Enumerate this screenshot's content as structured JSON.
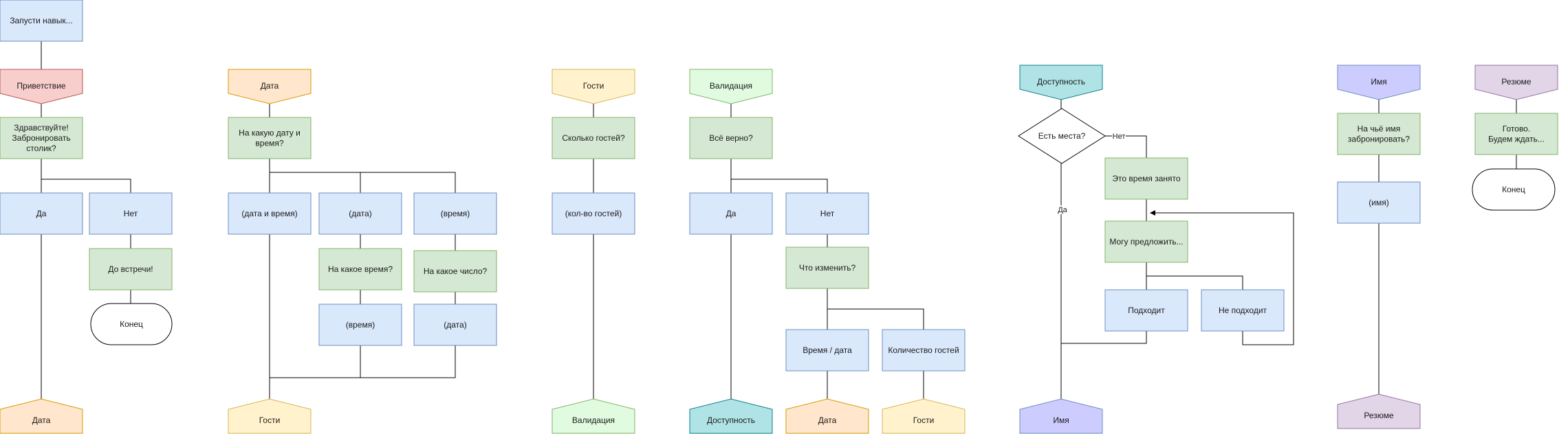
{
  "colors": {
    "blue_fill": "#dae8fc",
    "blue_stroke": "#6c8ebf",
    "green_fill": "#d5e8d4",
    "green_stroke": "#82b366",
    "red_fill": "#f8cecc",
    "red_stroke": "#b85450",
    "orange_fill": "#ffe6cc",
    "orange_stroke": "#d79b00",
    "yellow_fill": "#fff2cc",
    "yellow_stroke": "#d6b656",
    "lightgreen_fill": "#e1fbe1",
    "lightgreen_stroke": "#82b366",
    "teal_fill": "#b0e3e6",
    "teal_stroke": "#0e8088",
    "lavender_fill": "#ccccff",
    "lavender_stroke": "#6c8ebf",
    "purple_fill": "#e1d5e7",
    "purple_stroke": "#9673a6",
    "line": "#000000"
  },
  "nodes": {
    "start": "Запусти навык...",
    "greet_tag": "Приветствие",
    "greet_msg": "Здравствуйте!\nЗабронировать\nстолик?",
    "greet_yes": "Да",
    "greet_no": "Нет",
    "greet_bye": "До встречи!",
    "greet_end": "Конец",
    "greet_out": "Дата",
    "date_tag": "Дата",
    "date_q": "На какую дату и\nвремя?",
    "date_a1": "(дата и время)",
    "date_a2": "(дата)",
    "date_a3": "(время)",
    "date_q2": "На какое время?",
    "date_q3": "На какое число?",
    "date_a4": "(время)",
    "date_a5": "(дата)",
    "date_out": "Гости",
    "guests_tag": "Гости",
    "guests_q": "Сколько гостей?",
    "guests_a": "(кол-во гостей)",
    "guests_out": "Валидация",
    "valid_tag": "Валидация",
    "valid_q": "Всё верно?",
    "valid_yes": "Да",
    "valid_no": "Нет",
    "valid_change": "Что изменить?",
    "valid_time": "Время / дата",
    "valid_count": "Количество гостей",
    "valid_out_avail": "Доступность",
    "valid_out_date": "Дата",
    "valid_out_guests": "Гости",
    "avail_tag": "Доступность",
    "avail_q": "Есть места?",
    "avail_busy": "Это время занято",
    "avail_offer": "Могу предложить...",
    "avail_fits": "Подходит",
    "avail_nofit": "Не подходит",
    "avail_out": "Имя",
    "name_tag": "Имя",
    "name_q": "На чьё имя\nзабронировать?",
    "name_a": "(имя)",
    "name_out": "Резюме",
    "sum_tag": "Резюме",
    "sum_msg": "Готово.\nБудем ждать...",
    "sum_end": "Конец"
  },
  "edge_labels": {
    "avail_no": "Нет",
    "avail_yes": "Да"
  }
}
